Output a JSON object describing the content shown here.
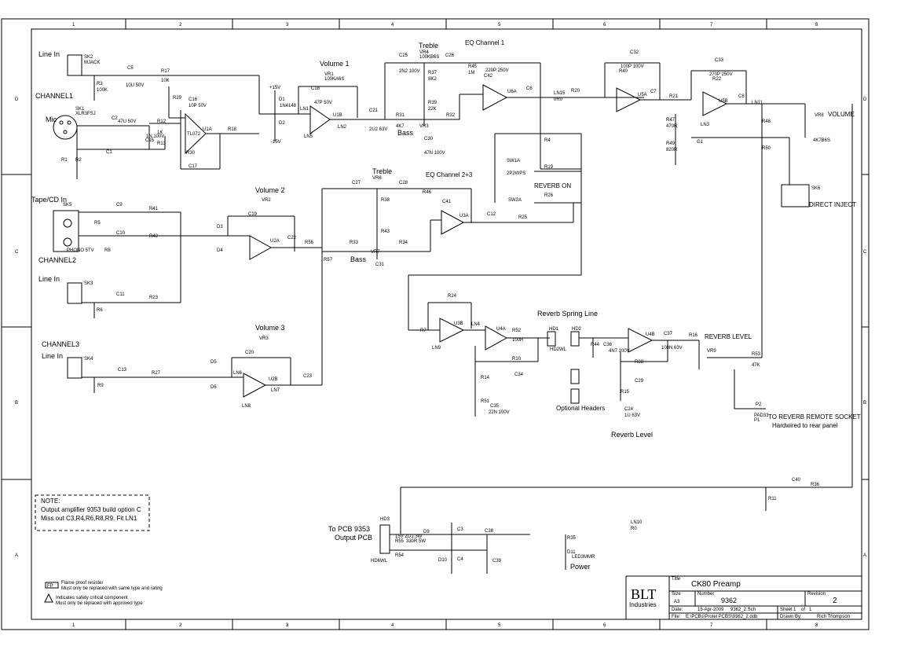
{
  "border": {
    "columns": [
      "1",
      "2",
      "3",
      "4",
      "5",
      "6",
      "7",
      "8"
    ],
    "rows": [
      "D",
      "C",
      "B",
      "A"
    ]
  },
  "labels": {
    "line_in_1": "Line In",
    "channel1": "CHANNEL1",
    "mic": "Mic",
    "tape_cd_in": "Tape/CD In",
    "channel2": "CHANNEL2",
    "line_in_2": "Line In",
    "channel3": "CHANNEL3",
    "line_in_3": "Line In",
    "volume_1": "Volume 1",
    "volume_2": "Volume 2",
    "volume_3": "Volume 3",
    "treble_1": "Treble",
    "bass_1": "Bass",
    "treble_2": "Treble",
    "bass_2": "Bass",
    "eq_channel_1": "EQ Channel 1",
    "eq_channel_23": "EQ Channel 2+3",
    "reverb_on": "REVERB ON",
    "volume_main": "VOLUME",
    "direct_inject": "DIRECT INJECT",
    "reverb_spring_line": "Reverb Spring Line",
    "reverb_level_out": "REVERB LEVEL",
    "optional_headers": "Optional Headers",
    "reverb_level": "Reverb Level",
    "reverb_remote": "TO REVERB REMOTE SOCKET",
    "hardwired": "Hardwired to rear panel",
    "to_pcb": "To PCB 9353",
    "output_pcb": "Output PCB",
    "power": "Power"
  },
  "note": {
    "title": "NOTE:",
    "line1": "Output amplifier 9353 build option C",
    "line2": "Miss out C3,R4,R6,R8,R9.  Fit LN1"
  },
  "legend": {
    "fp_tag": "FP",
    "fp_line1": "Flame proof resister",
    "fp_line2": "Must only be replaced with same type and rating",
    "safety_line1": "Indicates safety critical component",
    "safety_line2": "Must only be replaced with approved type"
  },
  "title_block": {
    "logo_line1": "BLT",
    "logo_line2": "Industries",
    "title_label": "Title",
    "title": "CK80 Preamp",
    "size_label": "Size",
    "size": "A3",
    "number_label": "Number",
    "number": "9362",
    "revision_label": "Revision",
    "revision": "2",
    "date_label": "Date:",
    "date": "15-Apr-2009",
    "sch": "9362_2.Sch",
    "sheet_label": "Sheet",
    "sheet": "1",
    "of_label": "of",
    "of": "1",
    "file_label": "File:",
    "file": "E:\\PCBs\\Protel PCBS\\9362_2.ddb",
    "drawn_label": "Drawn By:",
    "drawn": "Rich Thompson"
  },
  "components": [
    {
      "ref": "SK2",
      "label": "SK2"
    },
    {
      "ref": "MJACK",
      "label": "MJACK"
    },
    {
      "ref": "R3",
      "label": "R3"
    },
    {
      "ref": "100K",
      "label": "100K"
    },
    {
      "ref": "C5",
      "label": "C5"
    },
    {
      "ref": "10U50V",
      "label": "10U 50V"
    },
    {
      "ref": "R17",
      "label": "R17"
    },
    {
      "ref": "10K",
      "label": "10K"
    },
    {
      "ref": "SK1",
      "label": "SK1"
    },
    {
      "ref": "XLR3FSJ",
      "label": "XLR3FSJ"
    },
    {
      "ref": "C2",
      "label": "C2"
    },
    {
      "ref": "47U50V",
      "label": "47U 50V"
    },
    {
      "ref": "R12",
      "label": "R12"
    },
    {
      "ref": "1K",
      "label": "1K"
    },
    {
      "ref": "C15",
      "label": "C15"
    },
    {
      "ref": "1N100V",
      "label": "1N 100V"
    },
    {
      "ref": "C1",
      "label": "C1"
    },
    {
      "ref": "R13",
      "label": "R13"
    },
    {
      "ref": "U1A",
      "label": "U1A"
    },
    {
      "ref": "TL072",
      "label": "TL072"
    },
    {
      "ref": "R29",
      "label": "R29"
    },
    {
      "ref": "C16",
      "label": "C16"
    },
    {
      "ref": "10P50V",
      "label": "10P 50V"
    },
    {
      "ref": "R18",
      "label": "R18"
    },
    {
      "ref": "R30",
      "label": "R30"
    },
    {
      "ref": "C17",
      "label": "C17"
    },
    {
      "ref": "R1",
      "label": "R1"
    },
    {
      "ref": "R2",
      "label": "R2"
    },
    {
      "ref": "D1",
      "label": "D1"
    },
    {
      "ref": "D2",
      "label": "D2"
    },
    {
      "ref": "1N4148",
      "label": "1N4148"
    },
    {
      "ref": "+15V",
      "label": "+15V"
    },
    {
      "ref": "-15V",
      "label": "-15V"
    },
    {
      "ref": "LN1",
      "label": "LN1"
    },
    {
      "ref": "LN5",
      "label": "LN5"
    },
    {
      "ref": "C18",
      "label": "C18"
    },
    {
      "ref": "47P50V",
      "label": "47P 50V"
    },
    {
      "ref": "VR1",
      "label": "VR1"
    },
    {
      "ref": "100KA6S",
      "label": "100KA6S"
    },
    {
      "ref": "U1B",
      "label": "U1B"
    },
    {
      "ref": "LN2",
      "label": "LN2"
    },
    {
      "ref": "C21",
      "label": "C21"
    },
    {
      "ref": "2U263V",
      "label": "2U2 63V"
    },
    {
      "ref": "C25",
      "label": "C25"
    },
    {
      "ref": "2N2100V",
      "label": "2N2 100V"
    },
    {
      "ref": "VR4",
      "label": "VR4"
    },
    {
      "ref": "100KB6S",
      "label": "100KB6S"
    },
    {
      "ref": "C26",
      "label": "C26"
    },
    {
      "ref": "R37",
      "label": "R37"
    },
    {
      "ref": "8K2",
      "label": "8K2"
    },
    {
      "ref": "R45",
      "label": "R45"
    },
    {
      "ref": "1M",
      "label": "1M"
    },
    {
      "ref": "C42",
      "label": "C42"
    },
    {
      "ref": "220P250V",
      "label": "220P 250V"
    },
    {
      "ref": "U6A",
      "label": "U6A"
    },
    {
      "ref": "R39",
      "label": "R39"
    },
    {
      "ref": "22K",
      "label": "22K"
    },
    {
      "ref": "R31",
      "label": "R31"
    },
    {
      "ref": "4K7",
      "label": "4K7"
    },
    {
      "ref": "VR3",
      "label": "VR3"
    },
    {
      "ref": "R32",
      "label": "R32"
    },
    {
      "ref": "C30",
      "label": "C30"
    },
    {
      "ref": "47N100V",
      "label": "47N 100V"
    },
    {
      "ref": "C6",
      "label": "C6"
    },
    {
      "ref": "LN15",
      "label": "LN15"
    },
    {
      "ref": "0R0",
      "label": "0R0"
    },
    {
      "ref": "R20",
      "label": "R20"
    },
    {
      "ref": "R4",
      "label": "R4"
    },
    {
      "ref": "C32",
      "label": "C32"
    },
    {
      "ref": "100P100V",
      "label": "100P 100V"
    },
    {
      "ref": "R40",
      "label": "R40"
    },
    {
      "ref": "U5A",
      "label": "U5A"
    },
    {
      "ref": "C7",
      "label": "C7"
    },
    {
      "ref": "R21",
      "label": "R21"
    },
    {
      "ref": "C33",
      "label": "C33"
    },
    {
      "ref": "270P250V",
      "label": "270P 250V"
    },
    {
      "ref": "R22",
      "label": "R22"
    },
    {
      "ref": "U5B",
      "label": "U5B"
    },
    {
      "ref": "C8",
      "label": "C8"
    },
    {
      "ref": "LN11",
      "label": "LN11"
    },
    {
      "ref": "VR8",
      "label": "VR8"
    },
    {
      "ref": "4K7B6S",
      "label": "4K7B6S"
    },
    {
      "ref": "R47",
      "label": "R47"
    },
    {
      "ref": "470R",
      "label": "470R"
    },
    {
      "ref": "R49",
      "label": "R49"
    },
    {
      "ref": "820R",
      "label": "820R"
    },
    {
      "ref": "LN3",
      "label": "LN3"
    },
    {
      "ref": "G1",
      "label": "G1"
    },
    {
      "ref": "R48",
      "label": "R48"
    },
    {
      "ref": "R50",
      "label": "R50"
    },
    {
      "ref": "SK6",
      "label": "SK6"
    },
    {
      "ref": "SW1A",
      "label": "SW1A"
    },
    {
      "ref": "2P2WPS",
      "label": "2P2WPS"
    },
    {
      "ref": "R19",
      "label": "R19"
    },
    {
      "ref": "R26",
      "label": "R26"
    },
    {
      "ref": "SW2A",
      "label": "SW2A"
    },
    {
      "ref": "SK5",
      "label": "SK5"
    },
    {
      "ref": "C9",
      "label": "C9"
    },
    {
      "ref": "R5",
      "label": "R5"
    },
    {
      "ref": "R41",
      "label": "R41"
    },
    {
      "ref": "C10",
      "label": "C10"
    },
    {
      "ref": "R42",
      "label": "R42"
    },
    {
      "ref": "PHONO5TV",
      "label": "PHONO 5TV"
    },
    {
      "ref": "R8",
      "label": "R8"
    },
    {
      "ref": "D3",
      "label": "D3"
    },
    {
      "ref": "D4",
      "label": "D4"
    },
    {
      "ref": "C19",
      "label": "C19"
    },
    {
      "ref": "VR2",
      "label": "VR2"
    },
    {
      "ref": "U2A",
      "label": "U2A"
    },
    {
      "ref": "C22",
      "label": "C22"
    },
    {
      "ref": "R56",
      "label": "R56"
    },
    {
      "ref": "R57",
      "label": "R57"
    },
    {
      "ref": "C27",
      "label": "C27"
    },
    {
      "ref": "VR6",
      "label": "VR6"
    },
    {
      "ref": "C28",
      "label": "C28"
    },
    {
      "ref": "R38",
      "label": "R38"
    },
    {
      "ref": "R46",
      "label": "R46"
    },
    {
      "ref": "C41",
      "label": "C41"
    },
    {
      "ref": "U3A",
      "label": "U3A"
    },
    {
      "ref": "C12",
      "label": "C12"
    },
    {
      "ref": "R25",
      "label": "R25"
    },
    {
      "ref": "R43",
      "label": "R43"
    },
    {
      "ref": "R33",
      "label": "R33"
    },
    {
      "ref": "VR7",
      "label": "VR7"
    },
    {
      "ref": "R34",
      "label": "R34"
    },
    {
      "ref": "C31",
      "label": "C31"
    },
    {
      "ref": "SK3",
      "label": "SK3"
    },
    {
      "ref": "C11",
      "label": "C11"
    },
    {
      "ref": "R23",
      "label": "R23"
    },
    {
      "ref": "R6",
      "label": "R6"
    },
    {
      "ref": "R24",
      "label": "R24"
    },
    {
      "ref": "R7",
      "label": "R7"
    },
    {
      "ref": "U3B",
      "label": "U3B"
    },
    {
      "ref": "LN9",
      "label": "LN9"
    },
    {
      "ref": "LN4",
      "label": "LN4"
    },
    {
      "ref": "U4A",
      "label": "U4A"
    },
    {
      "ref": "R52",
      "label": "R52"
    },
    {
      "ref": "100R",
      "label": "100R"
    },
    {
      "ref": "HD1",
      "label": "HD1"
    },
    {
      "ref": "HD2WL",
      "label": "HD2WL"
    },
    {
      "ref": "HD2",
      "label": "HD2"
    },
    {
      "ref": "R44",
      "label": "R44"
    },
    {
      "ref": "C36",
      "label": "C36"
    },
    {
      "ref": "4N7100V",
      "label": "4N7 100V"
    },
    {
      "ref": "U4B",
      "label": "U4B"
    },
    {
      "ref": "C37",
      "label": "C37"
    },
    {
      "ref": "100N63V",
      "label": "100N 63V"
    },
    {
      "ref": "R16",
      "label": "R16"
    },
    {
      "ref": "VR9",
      "label": "VR9"
    },
    {
      "ref": "R53",
      "label": "R53"
    },
    {
      "ref": "47K",
      "label": "47K"
    },
    {
      "ref": "R10",
      "label": "R10"
    },
    {
      "ref": "C34",
      "label": "C34"
    },
    {
      "ref": "R14",
      "label": "R14"
    },
    {
      "ref": "R51",
      "label": "R51"
    },
    {
      "ref": "C35",
      "label": "C35"
    },
    {
      "ref": "22N100V",
      "label": "22N 100V"
    },
    {
      "ref": "R28",
      "label": "R28"
    },
    {
      "ref": "C29",
      "label": "C29"
    },
    {
      "ref": "R15",
      "label": "R15"
    },
    {
      "ref": "C24",
      "label": "C24"
    },
    {
      "ref": "1U63V",
      "label": "1U 63V"
    },
    {
      "ref": "SK4",
      "label": "SK4"
    },
    {
      "ref": "C13",
      "label": "C13"
    },
    {
      "ref": "R27",
      "label": "R27"
    },
    {
      "ref": "R9",
      "label": "R9"
    },
    {
      "ref": "D5",
      "label": "D5"
    },
    {
      "ref": "D6",
      "label": "D6"
    },
    {
      "ref": "LN6",
      "label": "LN6"
    },
    {
      "ref": "LN7",
      "label": "LN7"
    },
    {
      "ref": "LN8",
      "label": "LN8"
    },
    {
      "ref": "C20",
      "label": "C20"
    },
    {
      "ref": "VR3b",
      "label": "VR3"
    },
    {
      "ref": "U2B",
      "label": "U2B"
    },
    {
      "ref": "C23",
      "label": "C23"
    },
    {
      "ref": "P2",
      "label": "P2"
    },
    {
      "ref": "P1",
      "label": "P1"
    },
    {
      "ref": "PAD33",
      "label": "PAD33"
    },
    {
      "ref": "C40",
      "label": "C40"
    },
    {
      "ref": "R36",
      "label": "R36"
    },
    {
      "ref": "R11",
      "label": "R11"
    },
    {
      "ref": "HD3",
      "label": "HD3"
    },
    {
      "ref": "HD6WL",
      "label": "HD6WL"
    },
    {
      "ref": "D9",
      "label": "D9"
    },
    {
      "ref": "15VZD13W",
      "label": "15V ZD1.3W"
    },
    {
      "ref": "R55",
      "label": "R55"
    },
    {
      "ref": "330R5W",
      "label": "330R 5W"
    },
    {
      "ref": "R54",
      "label": "R54"
    },
    {
      "ref": "D10",
      "label": "D10"
    },
    {
      "ref": "C3",
      "label": "C3"
    },
    {
      "ref": "C38",
      "label": "C38"
    },
    {
      "ref": "C4",
      "label": "C4"
    },
    {
      "ref": "C39",
      "label": "C39"
    },
    {
      "ref": "R35",
      "label": "R35"
    },
    {
      "ref": "D11",
      "label": "D11"
    },
    {
      "ref": "LED3MMR",
      "label": "LED3MMR"
    },
    {
      "ref": "LN10",
      "label": "LN10"
    },
    {
      "ref": "R0",
      "label": "R0"
    }
  ]
}
